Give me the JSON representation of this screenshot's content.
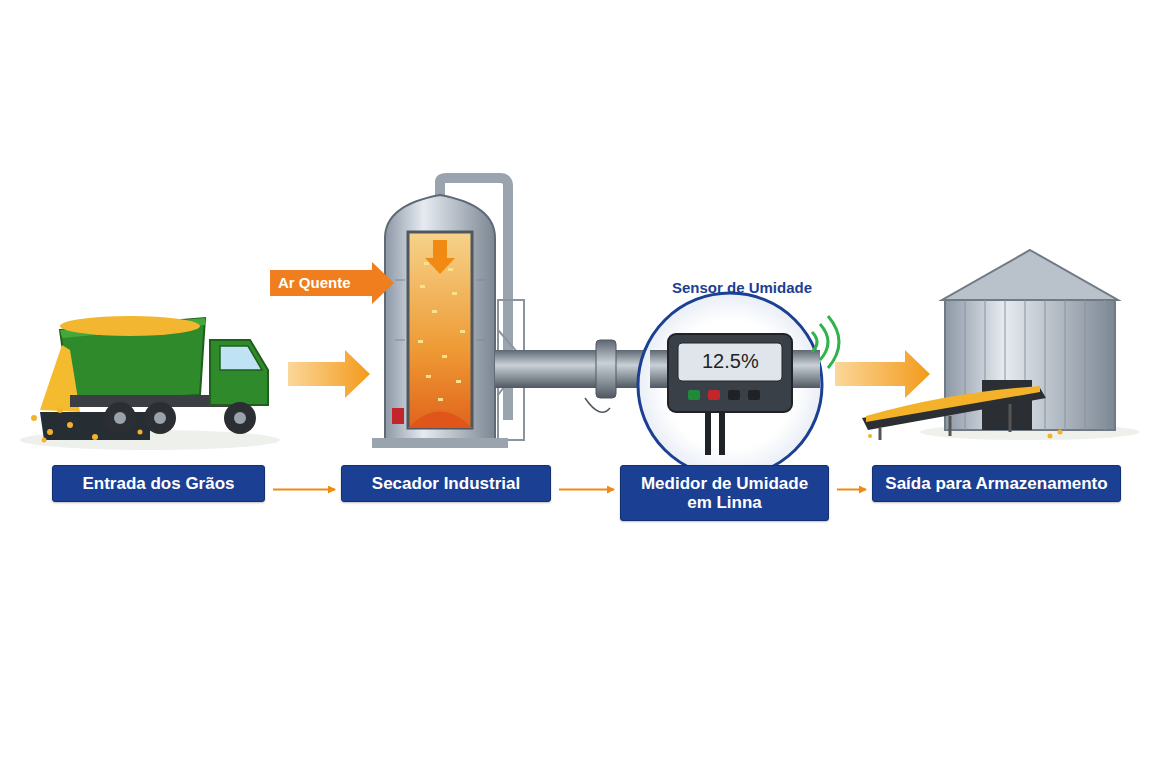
{
  "diagram": {
    "nodes": [
      {
        "text": [
          "Entrada dos Grãos"
        ]
      },
      {
        "text": [
          "Secador Industrial"
        ]
      },
      {
        "text": [
          "Medidor de Umidade em Linna"
        ]
      },
      {
        "text": [
          "Saída para Armazenamento"
        ]
      }
    ],
    "edges": [
      {
        "from": 0,
        "to": 1,
        "arrow": "to"
      },
      {
        "from": 1,
        "to": 2,
        "arrow": "to"
      },
      {
        "from": 2,
        "to": 3,
        "arrow": "to"
      }
    ],
    "labels": [
      "Ar Quente",
      "Sensor de Umidade",
      "12.5%"
    ]
  }
}
